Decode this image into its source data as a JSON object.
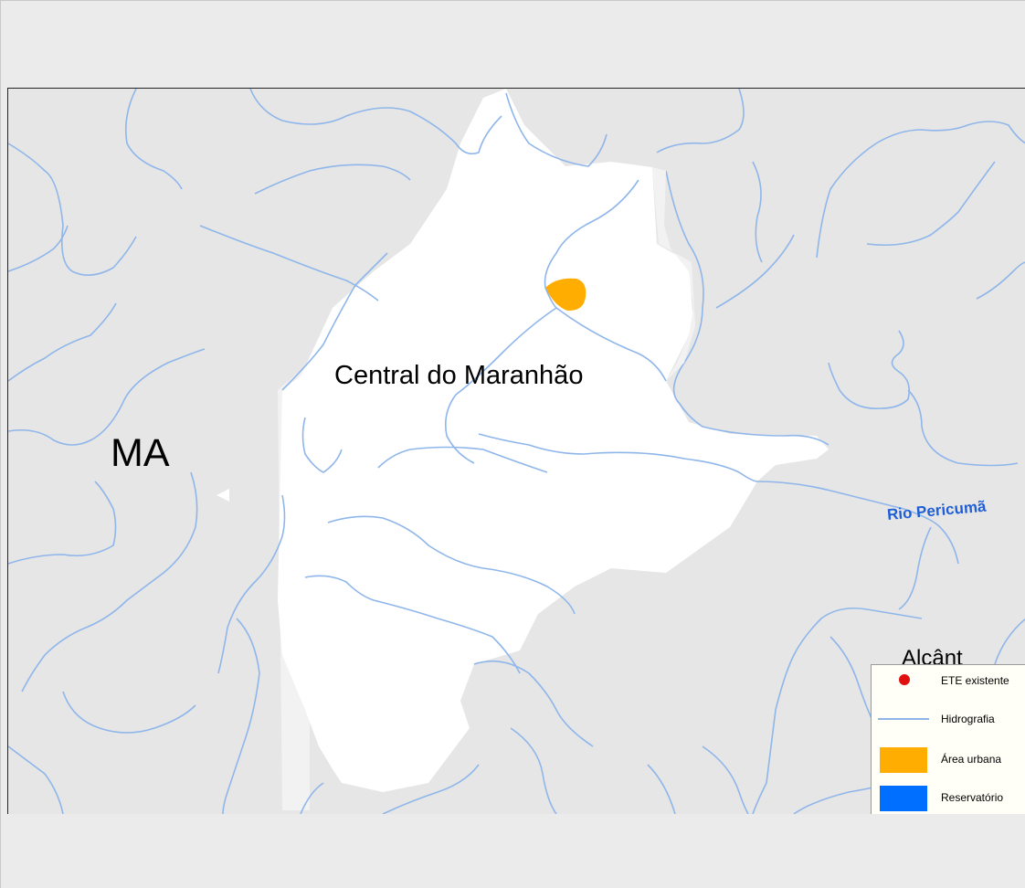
{
  "map": {
    "labels": {
      "municipality": "Central do Maranhão",
      "state": "MA",
      "partial_neighbor": "Alcânt",
      "river": "Rio Pericumã"
    },
    "legend": {
      "items": [
        {
          "label": "ETE existente",
          "symbol": "red-dot-icon",
          "color": "#e01010"
        },
        {
          "label": "Hidrografia",
          "symbol": "line-icon",
          "color": "#8fb6ea"
        },
        {
          "label": "Área urbana",
          "symbol": "fill-icon",
          "color": "#ffad00"
        },
        {
          "label": "Reservatório",
          "symbol": "fill-icon",
          "color": "#006eff"
        }
      ]
    },
    "colors": {
      "background": "#e6e6e6",
      "municipality_fill": "#ffffff",
      "river": "#8fb6ea",
      "urban_area": "#ffad00"
    }
  }
}
